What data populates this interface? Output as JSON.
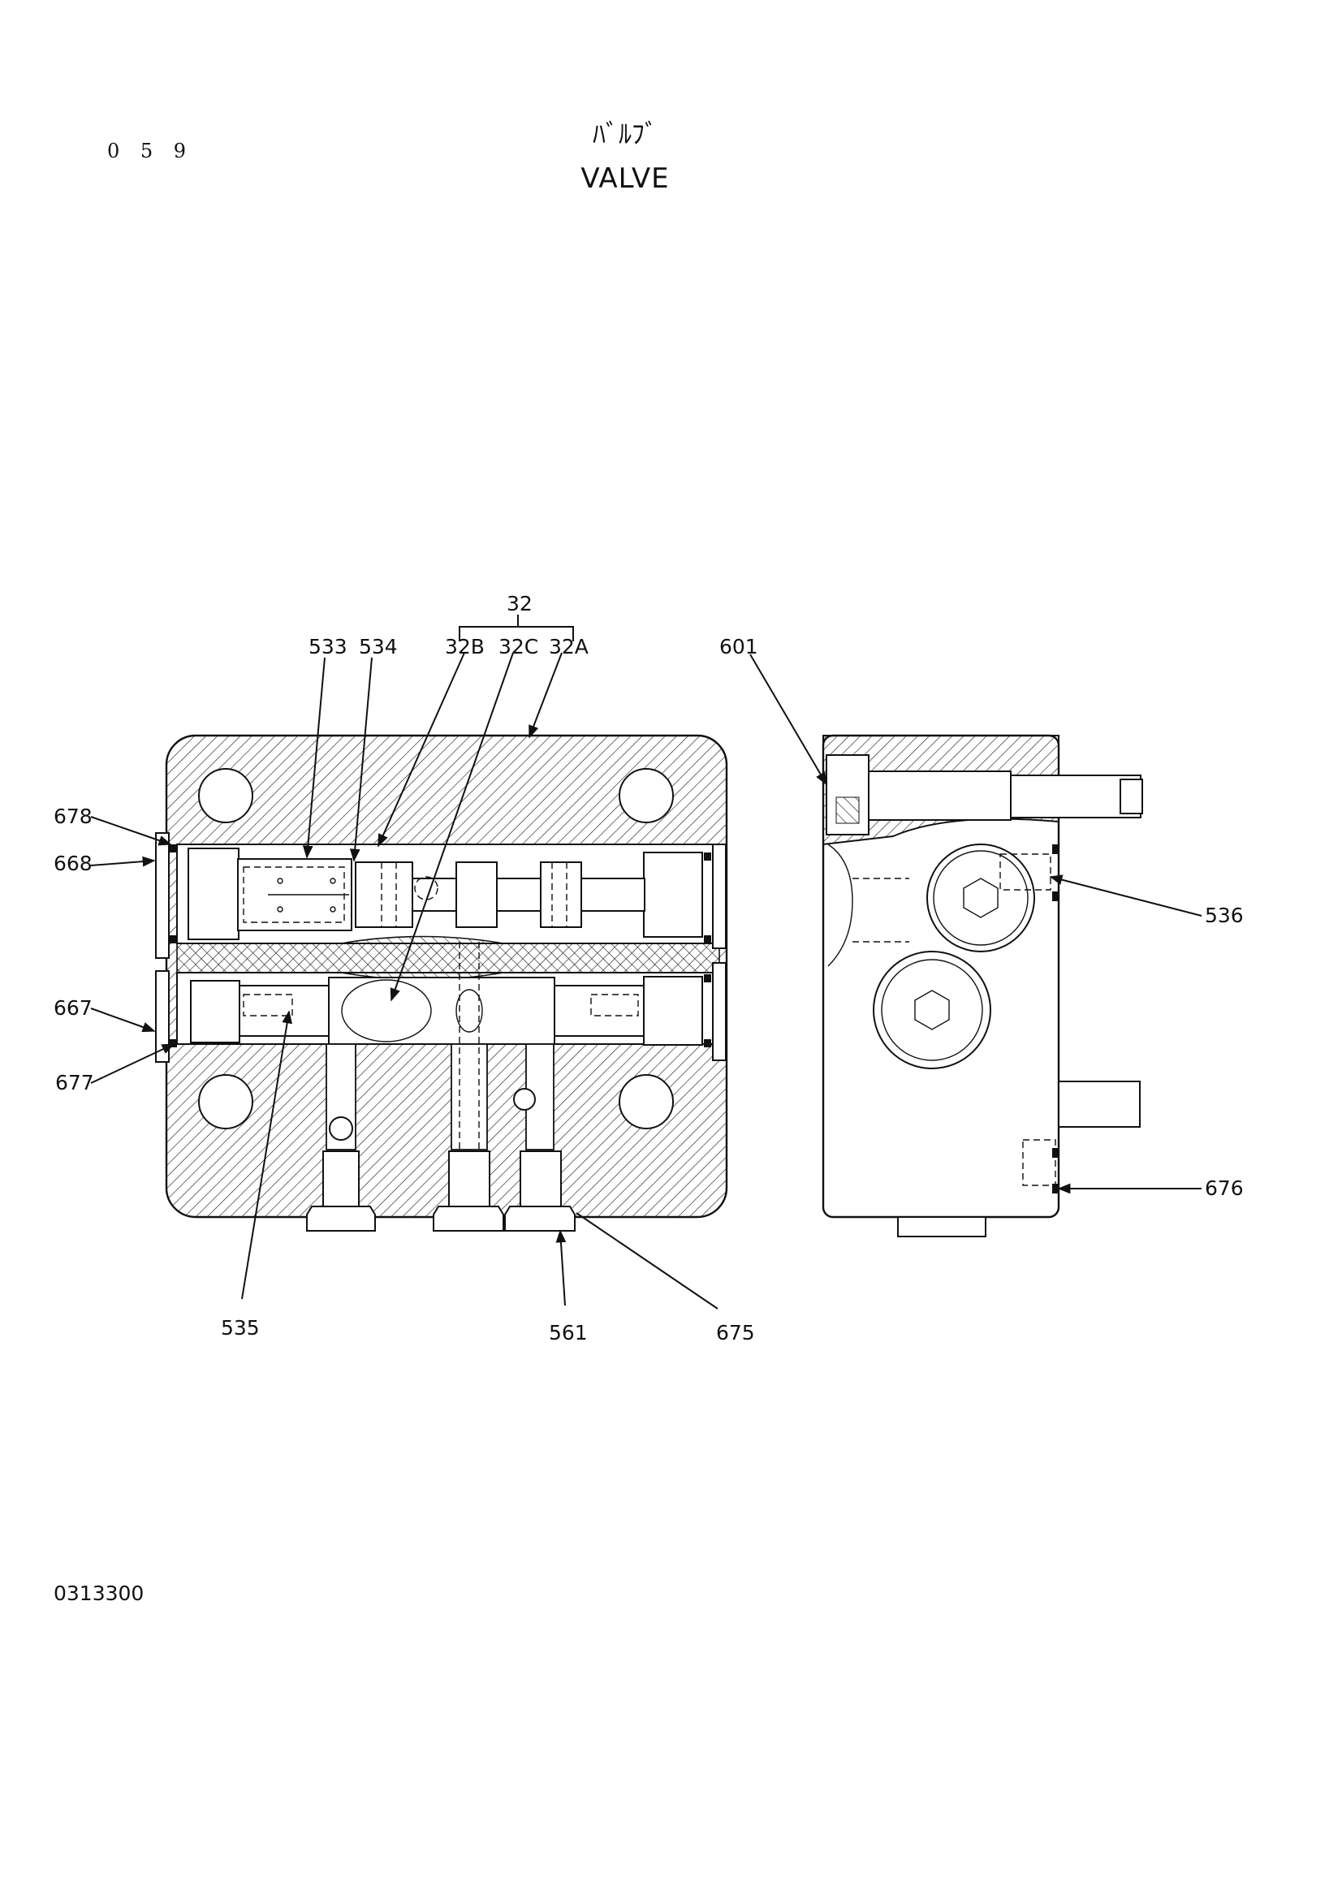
{
  "page": {
    "number": "0 5 9",
    "title_jp": "ﾊﾞﾙﾌﾞ",
    "title_en": "VALVE",
    "drawing_code": "0313300"
  },
  "callouts": {
    "group_32": "32",
    "part_32B": "32B",
    "part_32C": "32C",
    "part_32A": "32A",
    "part_533": "533",
    "part_534": "534",
    "part_601": "601",
    "part_678": "678",
    "part_668": "668",
    "part_667": "667",
    "part_677": "677",
    "part_536": "536",
    "part_676": "676",
    "part_535": "535",
    "part_561": "561",
    "part_675": "675"
  }
}
